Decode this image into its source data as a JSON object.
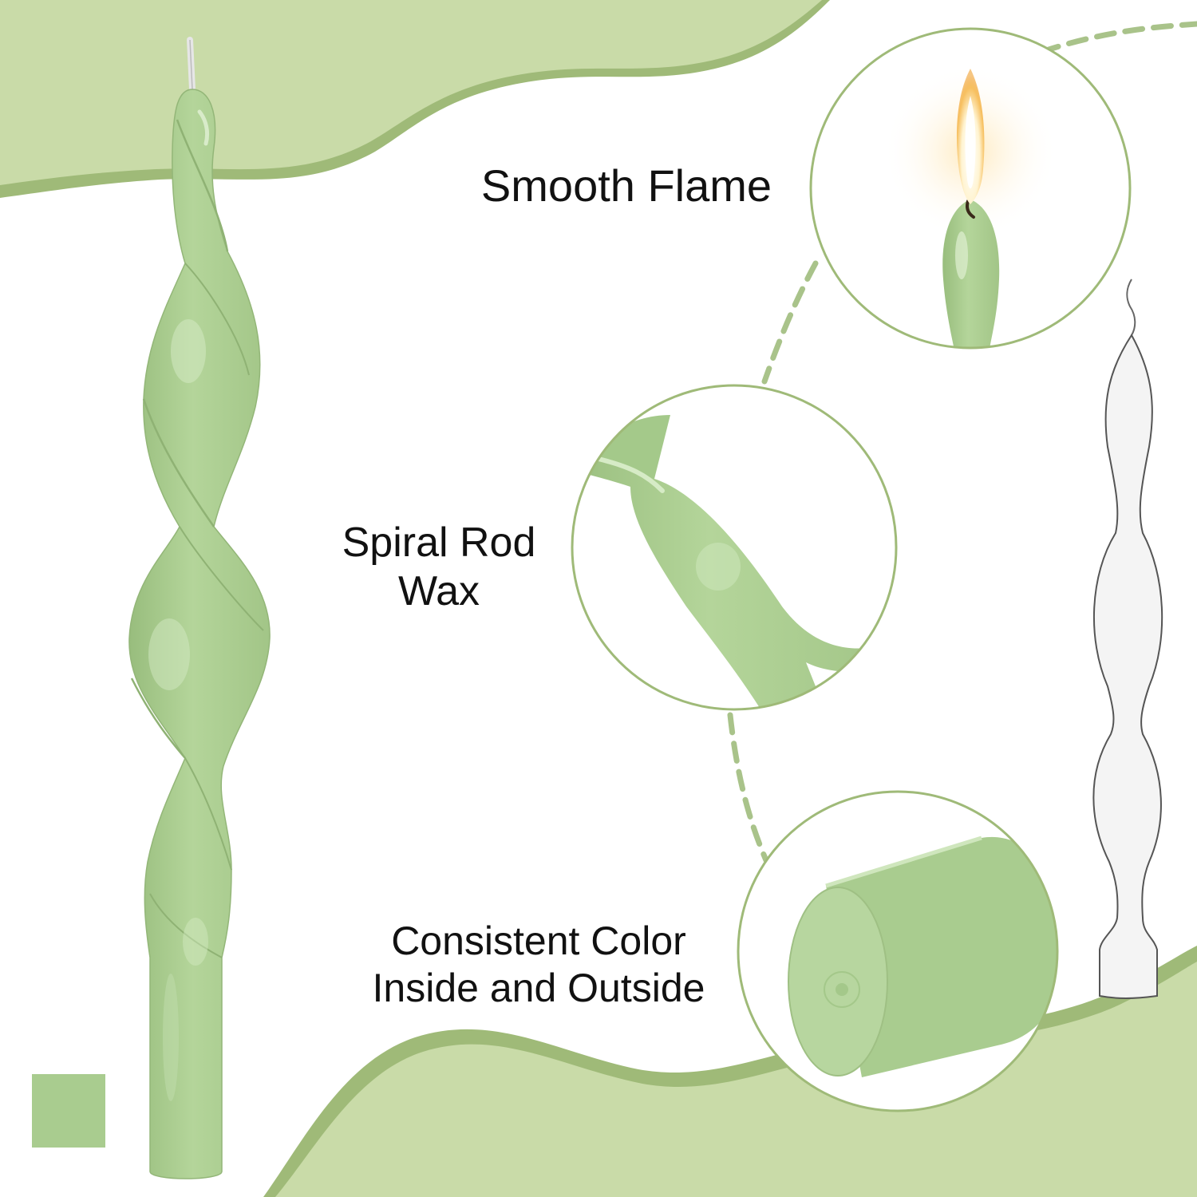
{
  "colors": {
    "background": "#ffffff",
    "wave_light": "#c9dba8",
    "wave_dark": "#9fba78",
    "candle_fill": "#a9cc8f",
    "candle_highlight": "#cfe6bd",
    "circle_outline": "#9fba78",
    "dashed_line": "#a9c38a",
    "outline_candle": "#555555",
    "swatch": "#a9cc8f",
    "flame_core": "#ffffff",
    "flame_outer": "#f5b04a"
  },
  "features": {
    "flame": {
      "lines": [
        "Smooth Flame"
      ],
      "icon": "candle-flame-closeup-icon"
    },
    "spiral": {
      "lines": [
        "Spiral Rod",
        "Wax"
      ],
      "icon": "spiral-wax-closeup-icon"
    },
    "color": {
      "lines": [
        "Consistent Color",
        "Inside and Outside"
      ],
      "icon": "candle-base-closeup-icon"
    }
  },
  "icons": [
    "spiral-candle-icon",
    "candle-outline-icon",
    "color-swatch-icon"
  ]
}
